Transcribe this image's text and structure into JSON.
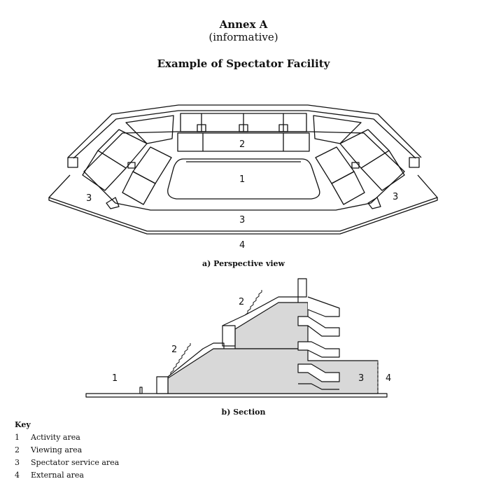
{
  "header": {
    "annex": "Annex A",
    "informative": "(informative)",
    "title": "Example of Spectator Facility"
  },
  "figure_a": {
    "caption": "a) Perspective view",
    "labels": {
      "activity": "1",
      "viewing": "2",
      "service_left": "3",
      "service_right": "3",
      "service_front": "3",
      "external": "4"
    }
  },
  "figure_b": {
    "caption": "b) Section",
    "labels": {
      "activity": "1",
      "viewing_upper": "2",
      "viewing_lower": "2",
      "service": "3",
      "external": "4"
    }
  },
  "key": {
    "title": "Key",
    "items": [
      {
        "num": "1",
        "label": "Activity area"
      },
      {
        "num": "2",
        "label": "Viewing area"
      },
      {
        "num": "3",
        "label": "Spectator service area"
      },
      {
        "num": "4",
        "label": "External area"
      }
    ]
  }
}
